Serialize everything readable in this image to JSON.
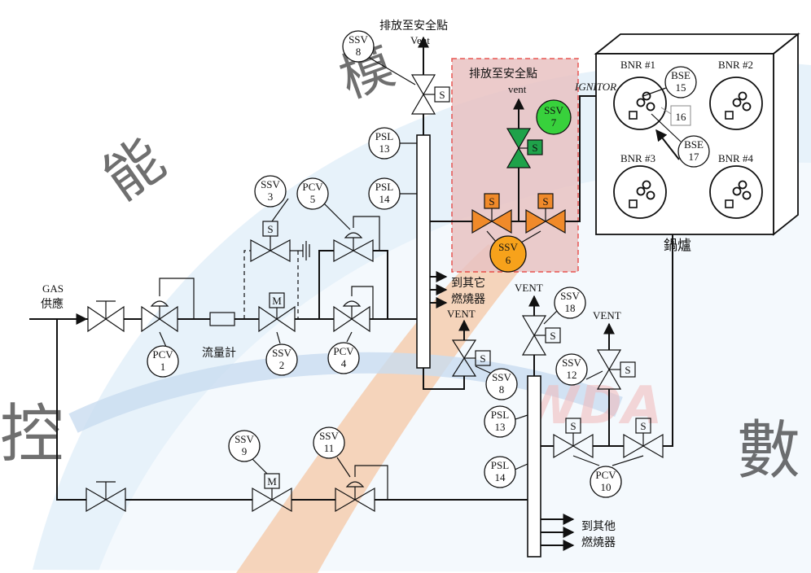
{
  "labels": {
    "gas": "GAS",
    "supply": "供應",
    "flowmeter": "流量計",
    "vent_top_zh": "排放至安全點",
    "vent_top_en": "Vent",
    "vent_box_zh": "排放至安全點",
    "vent_box_en": "vent",
    "to_other1_a": "到其它",
    "to_other1_b": "燃燒器",
    "to_other2_a": "到其他",
    "to_other2_b": "燃燒器",
    "vent_a": "VENT",
    "vent_b": "VENT",
    "vent_c": "VENT",
    "igniter": "IGNITOR",
    "boiler": "鍋爐",
    "bnr1": "BNR #1",
    "bnr2": "BNR #2",
    "bnr3": "BNR #3",
    "bnr4": "BNR #4",
    "bse16": "16",
    "solenoid": "S",
    "motor": "M"
  },
  "watermarks": [
    "模",
    "能",
    "控",
    "數"
  ],
  "watermark_logo": "WDA",
  "instruments": [
    {
      "id": "pcv1",
      "tag": "PCV",
      "num": "1"
    },
    {
      "id": "ssv2",
      "tag": "SSV",
      "num": "2"
    },
    {
      "id": "ssv3",
      "tag": "SSV",
      "num": "3"
    },
    {
      "id": "pcv4",
      "tag": "PCV",
      "num": "4"
    },
    {
      "id": "pcv5",
      "tag": "PCV",
      "num": "5"
    },
    {
      "id": "ssv6",
      "tag": "SSV",
      "num": "6"
    },
    {
      "id": "ssv7",
      "tag": "SSV",
      "num": "7"
    },
    {
      "id": "ssv8a",
      "tag": "SSV",
      "num": "8"
    },
    {
      "id": "ssv8b",
      "tag": "SSV",
      "num": "8"
    },
    {
      "id": "ssv9",
      "tag": "SSV",
      "num": "9"
    },
    {
      "id": "pcv10",
      "tag": "PCV",
      "num": "10"
    },
    {
      "id": "ssv11",
      "tag": "SSV",
      "num": "11"
    },
    {
      "id": "ssv12",
      "tag": "SSV",
      "num": "12"
    },
    {
      "id": "psl13a",
      "tag": "PSL",
      "num": "13"
    },
    {
      "id": "psl14a",
      "tag": "PSL",
      "num": "14"
    },
    {
      "id": "psl13b",
      "tag": "PSL",
      "num": "13"
    },
    {
      "id": "psl14b",
      "tag": "PSL",
      "num": "14"
    },
    {
      "id": "bse15",
      "tag": "BSE",
      "num": "15"
    },
    {
      "id": "bse17",
      "tag": "BSE",
      "num": "17"
    },
    {
      "id": "ssv18",
      "tag": "SSV",
      "num": "18"
    }
  ],
  "colors": {
    "highlight_box": "#e9c3c3",
    "highlight_border": "#e53935",
    "valve_orange": "#f08a2a",
    "valve_green": "#1fa24a",
    "bubble_orange": "#f7a21b",
    "bubble_green": "#38d13c"
  }
}
